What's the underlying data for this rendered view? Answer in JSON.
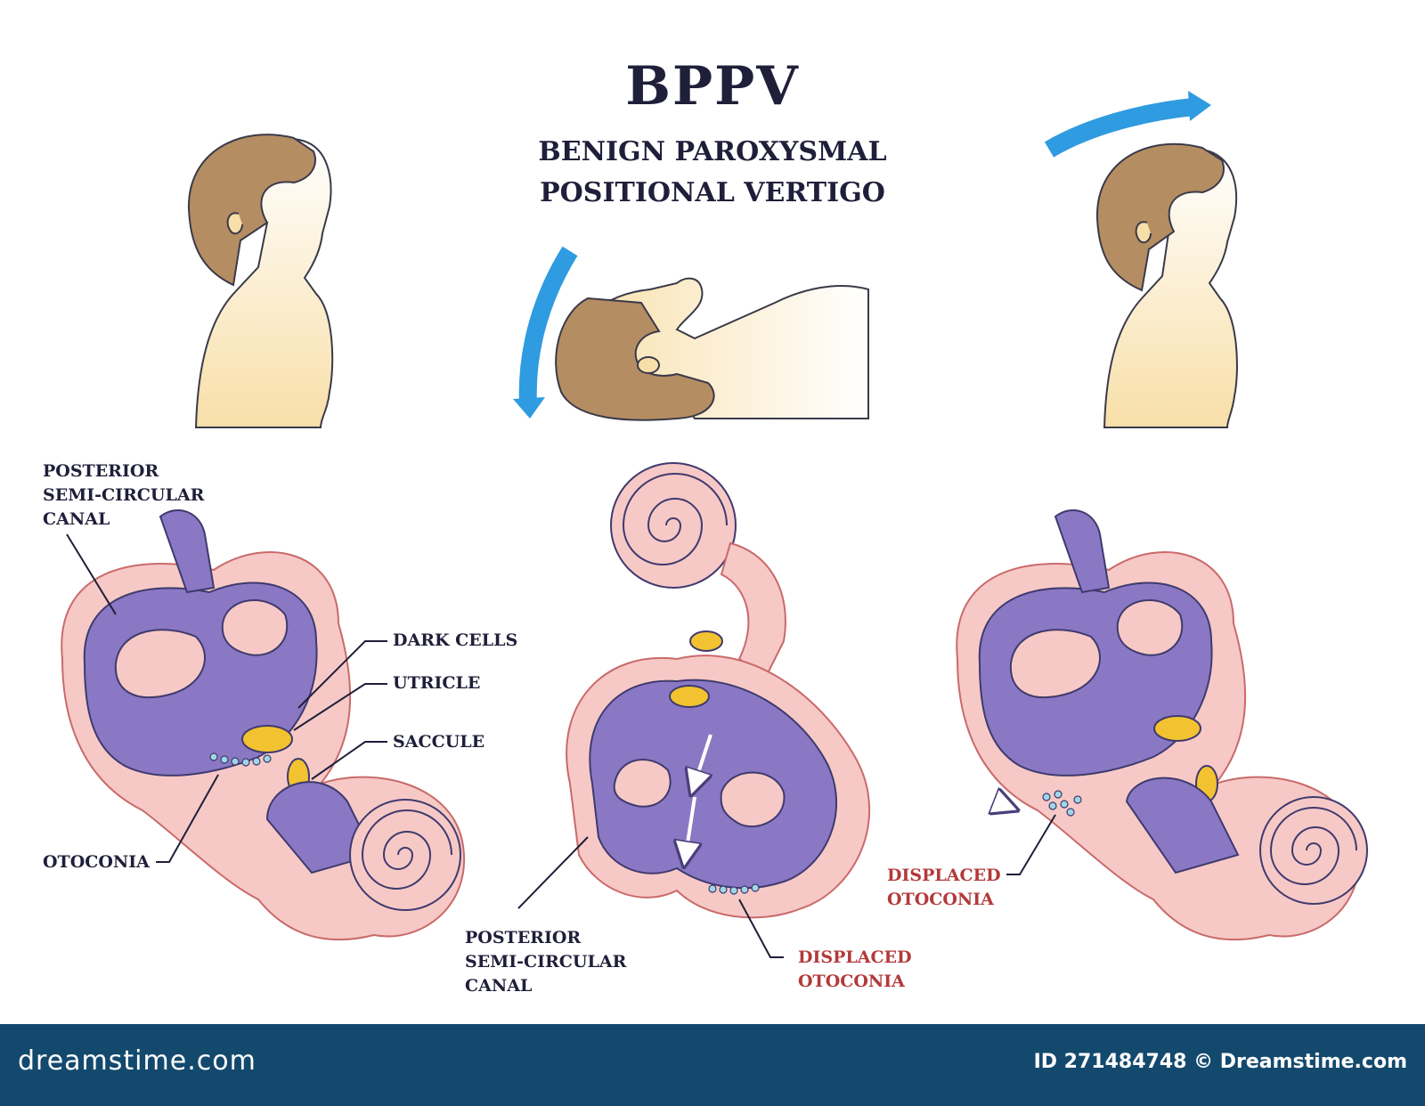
{
  "title": "BPPV",
  "subtitle_line1": "BENIGN PAROXYSMAL",
  "subtitle_line2": "POSITIONAL VERTIGO",
  "labels": {
    "posterior_left": [
      "POSTERIOR",
      "SEMI-CIRCULAR",
      "CANAL"
    ],
    "dark_cells": "DARK CELLS",
    "utricle": "UTRICLE",
    "saccule": "SACCULE",
    "otoconia": "OTOCONIA",
    "posterior_center": [
      "POSTERIOR",
      "SEMI-CIRCULAR",
      "CANAL"
    ],
    "displaced_center": [
      "DISPLACED",
      "OTOCONIA"
    ],
    "displaced_right": [
      "DISPLACED",
      "OTOCONIA"
    ]
  },
  "footer": {
    "brand": "dreamstime.com",
    "id_text": "ID 271484748 © Dreamstime.com"
  },
  "colors": {
    "accent_arrow": "#2f9be0",
    "labyrinth": "#8a78c4",
    "membrane": "#f7c9c6",
    "label_dark": "#1f1f3a",
    "label_red": "#b33a3a",
    "footer_bg": "#14496e"
  }
}
